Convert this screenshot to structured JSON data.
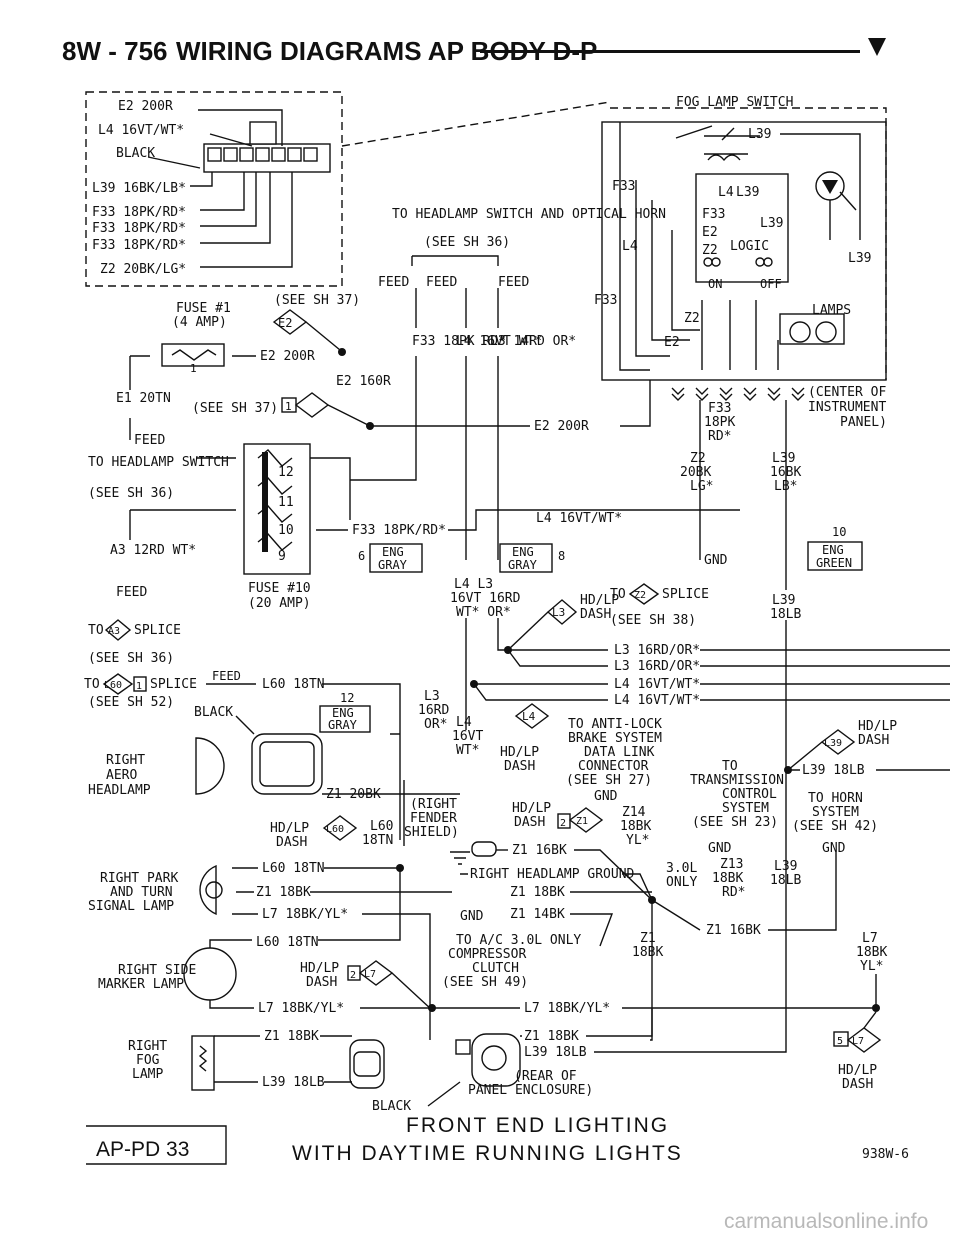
{
  "header": {
    "section": "8W - 756",
    "title": "WIRING DIAGRAMS AP BODY D-P"
  },
  "connector_box": {
    "labels": [
      "E2 200R",
      "L4 16VT/WT*",
      "BLACK",
      "L39 16BK/LB*",
      "F33 18PK/RD*",
      "F33 18PK/RD*",
      "F33 18PK/RD*",
      "Z2 20BK/LG*"
    ]
  },
  "fog_lamp_switch": {
    "title": "FOG LAMP SWITCH",
    "labels": [
      "L39",
      "F33",
      "L4",
      "L39",
      "F33",
      "E2",
      "L39",
      "Z2",
      "LOGIC",
      "L4",
      "L39",
      "ON",
      "OFF",
      "F33",
      "LAMPS",
      "Z2",
      "E2"
    ],
    "center_of_panel": "(CENTER OF INSTRUMENT PANEL)"
  },
  "headlamp_ref": {
    "title": "TO HEADLAMP SWITCH AND OPTICAL HORN",
    "sheet": "(SEE SH 36)",
    "feeds": [
      "FEED",
      "FEED",
      "FEED"
    ],
    "wires": [
      "F33 18PK RD*",
      "L4 16VT WT*",
      "L3 14RD OR*"
    ]
  },
  "fuse1": {
    "label": "FUSE #1",
    "amp": "(4 AMP)",
    "sheet": "(SEE SH 37)",
    "e2": "E2",
    "e2_wire": "E2 200R",
    "e2_16": "E2 160R",
    "e1": "E1 20TN",
    "num": "1",
    "sheet2": "(SEE SH 37)",
    "splice_n": "1"
  },
  "e2_200r_run": "E2 200R",
  "feed_left": {
    "feed": "FEED",
    "to_switch": "TO HEADLAMP SWITCH",
    "sheet": "(SEE SH 36)"
  },
  "fuse10": {
    "label": "FUSE #10",
    "amp": "(20 AMP)",
    "terms": [
      "12",
      "11",
      "10",
      "9"
    ],
    "f33_wire": "F33 18PK/RD*",
    "eng_gray_left": {
      "n": "6",
      "line1": "ENG",
      "line2": "GRAY"
    },
    "eng_gray_right": {
      "n": "8",
      "line1": "ENG",
      "line2": "GRAY"
    }
  },
  "a3": {
    "wire": "A3 12RD WT*",
    "feed": "FEED",
    "to": "TO",
    "splice": "A3",
    "splice_label": "SPLICE",
    "sheet": "(SEE SH 36)"
  },
  "l60_splice": {
    "to": "TO",
    "badge": "L60",
    "n": "1",
    "splice": "SPLICE",
    "feed": "FEED",
    "wire": "L60 18TN",
    "sheet": "(SEE SH 52)",
    "black": "BLACK",
    "eng_gray": {
      "n": "12",
      "line1": "ENG",
      "line2": "GRAY"
    }
  },
  "mid_wires": {
    "l4_l3": "L4 L3 16VT 16RD WT* OR*",
    "l3_16rd": "L3 16RD OR*",
    "l4_16vt": "L4 16VT WT*",
    "hdlp_dash": "HD/LP DASH"
  },
  "l4_bus": "L4 16VT/WT*",
  "right_bus": [
    "L3 16RD/OR*",
    "L3 16RD/OR*",
    "L4 16VT/WT*",
    "L4 16VT/WT*"
  ],
  "z2_block": {
    "z2": "Z2 20BK LG*",
    "l39": "L39 16BK LB*",
    "f33": "F33 18PK RD*",
    "gnd": "GND",
    "eng_green": {
      "n": "10",
      "line1": "ENG",
      "line2": "GREEN"
    },
    "to": "TO",
    "z2_badge": "Z2",
    "splice": "SPLICE",
    "sheet": "(SEE SH 38)",
    "l39_18lb": "L39 18LB"
  },
  "l3_badge": "L3",
  "l3_hdlp": "HD/LP DASH",
  "anti_lock": "TO ANTI-LOCK BRAKE SYSTEM DATA LINK CONNECTOR (SEE SH 27)",
  "transmission": "TO TRANSMISSION CONTROL SYSTEM (SEE SH 23)",
  "horn": "TO HORN SYSTEM (SEE SH 42)",
  "l39_badge": {
    "badge": "L39",
    "label": "HD/LP DASH"
  },
  "l39_18lb_right": "L39 18LB",
  "right_aero": {
    "label": "RIGHT AERO HEADLAMP",
    "z1": "Z1 20BK",
    "l60": "L60 18TN",
    "hdlp": "HD/LP DASH",
    "badge": "L60",
    "fender": "(RIGHT FENDER SHIELD)"
  },
  "gnd_lower": {
    "hdlp": "HD/LP DASH",
    "n": "2",
    "badge": "Z1",
    "z14": "Z14 18BK YL*",
    "gnd": "GND",
    "z13": "Z13 18BK RD*",
    "only": "3.0L ONLY",
    "l39_18lb": "L39 18LB",
    "z1_16bk": "Z1 16BK",
    "gnd2": "GND",
    "z1_16bk_mid": "Z1 16BK",
    "headlamp_ground": "RIGHT HEADLAMP GROUND",
    "z1_18bk": "Z1 18BK",
    "gnd3": "GND",
    "z1_14bk": "Z1 14BK",
    "ac_only": "TO A/C 3.0L ONLY",
    "compressor": "COMPRESSOR CLUTCH (SEE SH 49)",
    "z1_18bk_right": "Z1 18BK"
  },
  "right_park": {
    "label": "RIGHT PARK AND TURN SIGNAL LAMP",
    "l60": "L60 18TN",
    "z1": "Z1 18BK",
    "l7": "L7 18BK/YL*"
  },
  "right_side": {
    "label": "RIGHT SIDE MARKER LAMP",
    "l60": "L60 18TN",
    "hdlp": "HD/LP DASH",
    "n": "2",
    "badge": "L7",
    "l7": "L7 18BK/YL*",
    "l7_right": "L7 18BK/YL*",
    "l7_far": "L7 18BK YL*"
  },
  "right_fog": {
    "label": "RIGHT FOG LAMP",
    "z1": "Z1 18BK",
    "l39": "L39 18LB",
    "black": "BLACK",
    "z1_r": "Z1 18BK",
    "l39_r": "L39 18LB",
    "rear": "(REAR OF PANEL ENCLOSURE)",
    "n5": "5",
    "badge": "L7",
    "hdlp": "HD/LP DASH"
  },
  "footer": {
    "page_tag": "AP-PD 33",
    "title_line1": "FRONT END LIGHTING",
    "title_line2": "WITH DAYTIME RUNNING LIGHTS",
    "figure_id": "938W-6"
  },
  "watermark": "carmanualsonline.info"
}
